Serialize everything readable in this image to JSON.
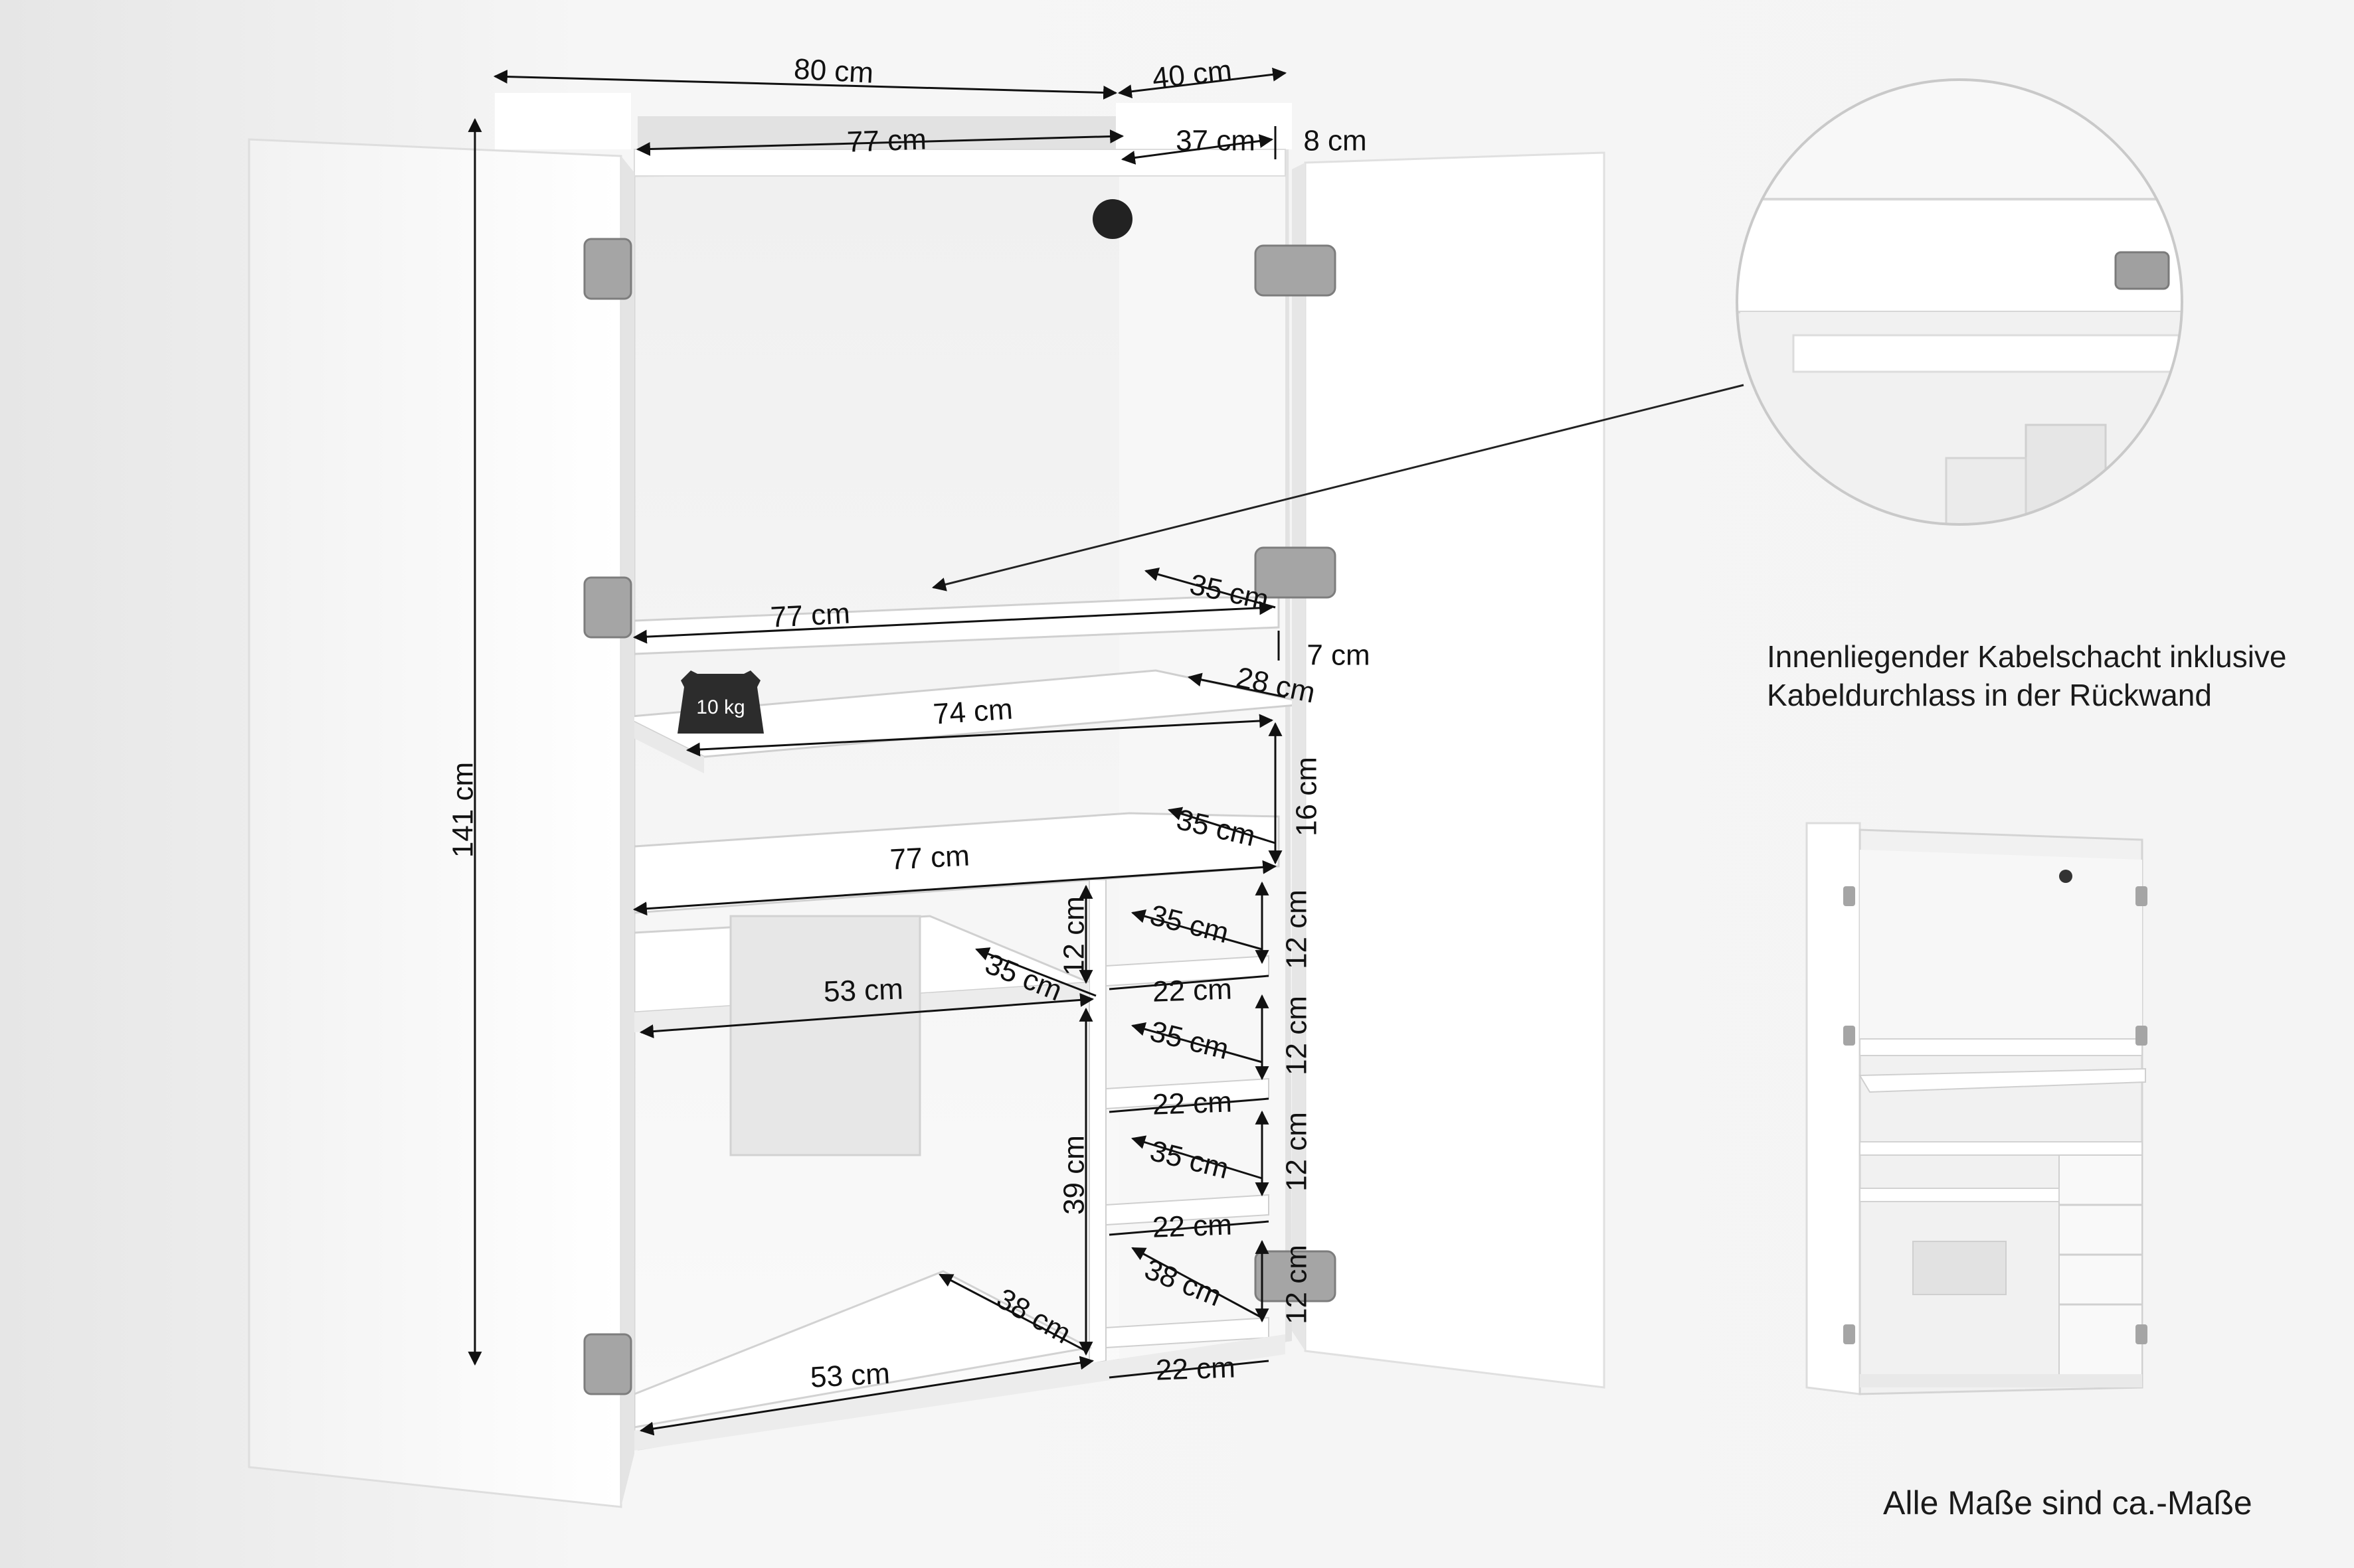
{
  "dimensions": {
    "overall_width": "80 cm",
    "overall_depth": "40 cm",
    "top_inner_width": "77 cm",
    "top_inner_depth": "37 cm",
    "top_rim_height": "8 cm",
    "total_height": "141 cm",
    "upper_shelf_width": "77 cm",
    "upper_shelf_depth": "35 cm",
    "pullout_gap": "7 cm",
    "pullout_width": "74 cm",
    "pullout_depth": "28 cm",
    "middle_compartment_height": "16 cm",
    "middle_shelf_width": "77 cm",
    "middle_shelf_depth": "35 cm",
    "left_shelf_width": "53 cm",
    "left_shelf_depth": "35 cm",
    "left_shelf_height": "12 cm",
    "bottom_left_width": "53 cm",
    "bottom_left_depth": "38 cm",
    "bottom_left_height": "39 cm",
    "cubby_1_depth": "35 cm",
    "cubby_1_width": "22 cm",
    "cubby_1_height": "12 cm",
    "cubby_2_depth": "35 cm",
    "cubby_2_width": "22 cm",
    "cubby_2_height": "12 cm",
    "cubby_3_depth": "35 cm",
    "cubby_3_width": "22 cm",
    "cubby_3_height": "12 cm",
    "cubby_4_depth": "38 cm",
    "cubby_4_width": "22 cm",
    "cubby_4_height": "12 cm"
  },
  "weight_badge": "10 kg",
  "kabel_caption": "Innenliegender Kabelschacht inklusive Kabeldurchlass in der Rückwand",
  "note_caption": "Alle Maße sind ca.-Maße",
  "colors": {
    "background": "#f4f4f4",
    "panel": "#ffffff",
    "shadow": "#d9d9d9",
    "line": "#111111",
    "hinge": "#9a9a9a"
  }
}
